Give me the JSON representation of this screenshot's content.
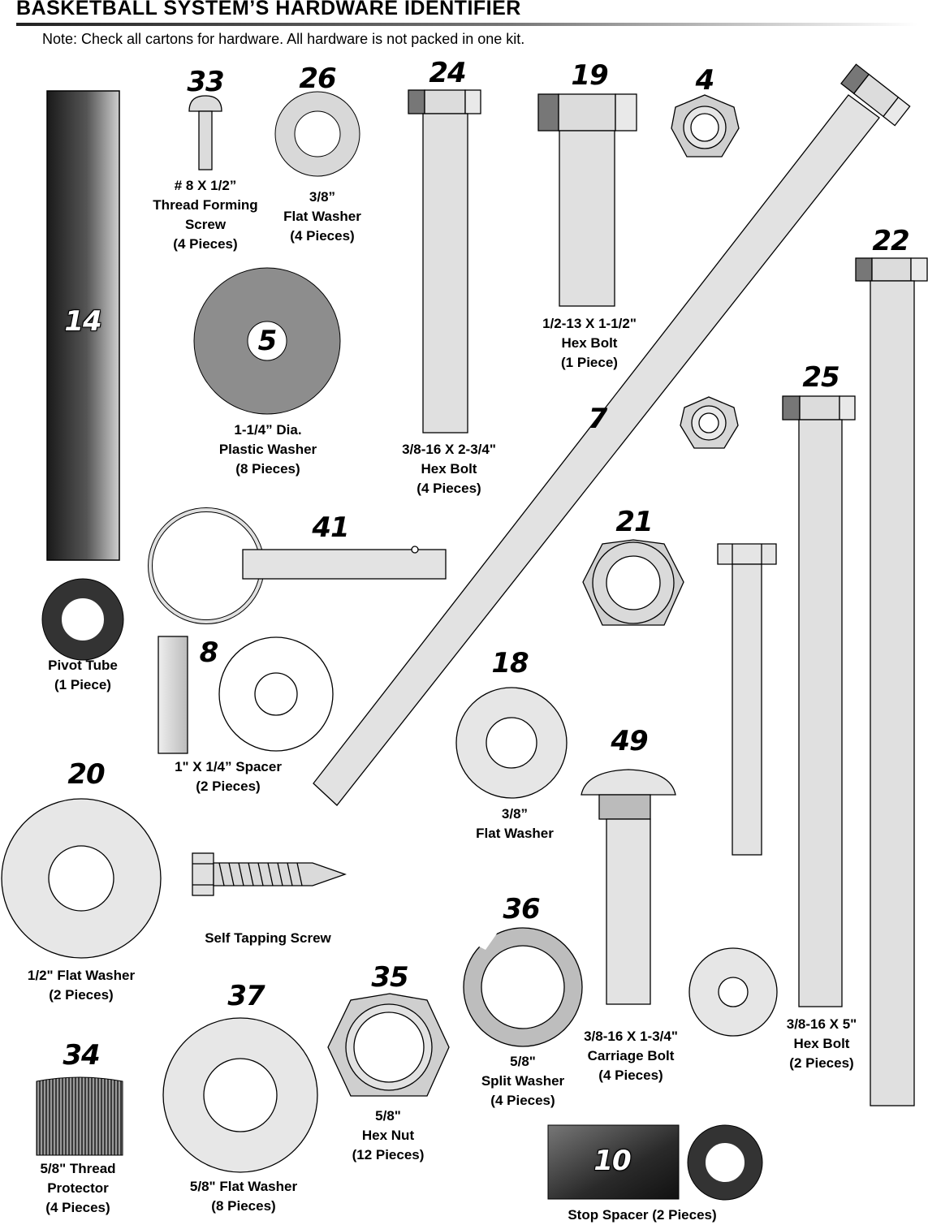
{
  "header": {
    "title": "BASKETBALL SYSTEM’S HARDWARE IDENTIFIER",
    "note": "Note: Check all cartons for hardware. All hardware is not packed in one kit."
  },
  "items": {
    "i33": {
      "number": "33",
      "lines": [
        "# 8 X 1/2”",
        "Thread Forming",
        "Screw",
        "(4 Pieces)"
      ]
    },
    "i26": {
      "number": "26",
      "lines": [
        "3/8”",
        "Flat Washer",
        "(4 Pieces)"
      ]
    },
    "i24": {
      "number": "24",
      "lines": [
        "3/8-16 X 2-3/4\"",
        "Hex Bolt",
        "(4 Pieces)"
      ]
    },
    "i19": {
      "number": "19",
      "lines": [
        "1/2-13 X 1-1/2\"",
        "Hex Bolt",
        "(1 Piece)"
      ]
    },
    "i4": {
      "number": "4"
    },
    "i22": {
      "number": "22"
    },
    "i14": {
      "number": "14",
      "lines": [
        "Pivot Tube",
        "(1 Piece)"
      ]
    },
    "i5": {
      "number": "5",
      "lines": [
        "1-1/4” Dia.",
        "Plastic Washer",
        "(8 Pieces)"
      ]
    },
    "i7": {
      "number": "7"
    },
    "i25": {
      "number": "25",
      "lines": [
        "3/8-16 X 5\"",
        "Hex Bolt",
        "(2 Pieces)"
      ]
    },
    "i41": {
      "number": "41"
    },
    "i21": {
      "number": "21"
    },
    "i8": {
      "number": "8",
      "lines": [
        "1\" X 1/4” Spacer",
        "(2 Pieces)"
      ]
    },
    "i18": {
      "number": "18",
      "lines": [
        "3/8”",
        "Flat Washer"
      ]
    },
    "i49": {
      "number": "49",
      "lines": [
        "3/8-16 X 1-3/4\"",
        "Carriage Bolt",
        "(4 Pieces)"
      ]
    },
    "i20": {
      "number": "20",
      "lines": [
        "1/2\" Flat Washer",
        "(2 Pieces)"
      ]
    },
    "self_tap": {
      "lines": [
        "Self Tapping Screw"
      ]
    },
    "i36": {
      "number": "36",
      "lines": [
        "5/8\"",
        "Split Washer",
        "(4 Pieces)"
      ]
    },
    "i35": {
      "number": "35",
      "lines": [
        "5/8\"",
        "Hex Nut",
        "(12 Pieces)"
      ]
    },
    "i37": {
      "number": "37",
      "lines": [
        "5/8\" Flat Washer",
        "(8 Pieces)"
      ]
    },
    "i34": {
      "number": "34",
      "lines": [
        "5/8\" Thread",
        "Protector",
        "(4 Pieces)"
      ]
    },
    "i10": {
      "number": "10",
      "lines": [
        "Stop Spacer (2 Pieces)"
      ]
    }
  }
}
